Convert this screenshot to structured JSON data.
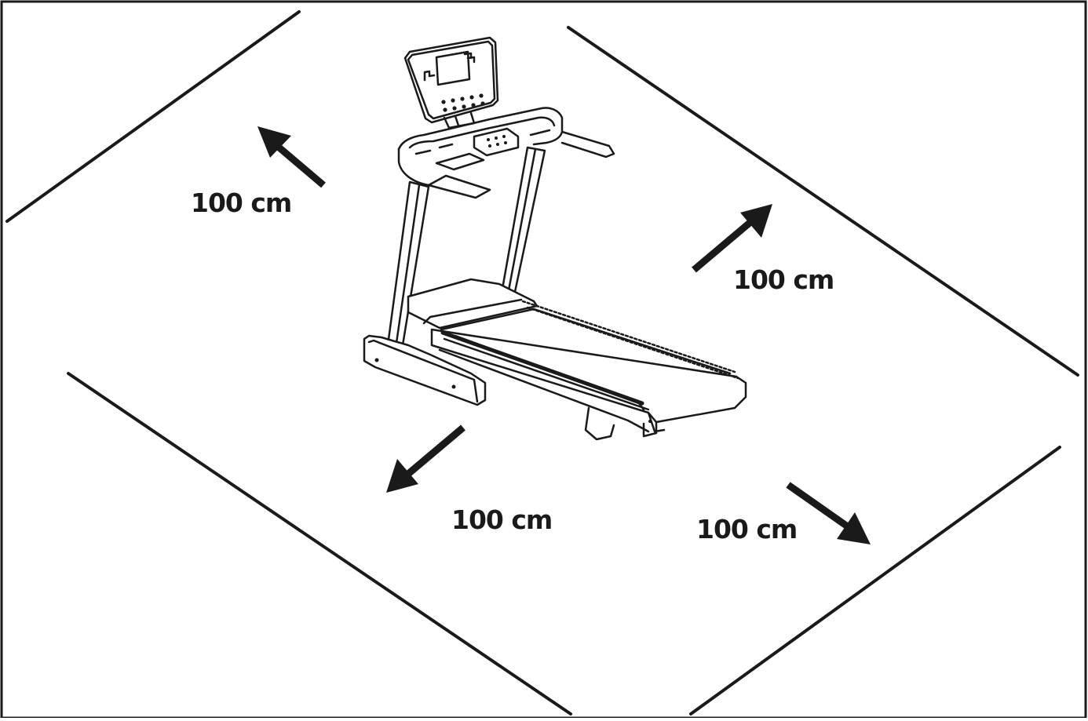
{
  "colors": {
    "ink": "#1a1a1a",
    "paper": "#ffffff"
  },
  "clearance_labels": {
    "back_left": "100 cm",
    "back_right": "100 cm",
    "front_left": "100 cm",
    "front_right": "100 cm"
  },
  "icons": [
    "treadmill-illustration",
    "arrow-icon"
  ]
}
